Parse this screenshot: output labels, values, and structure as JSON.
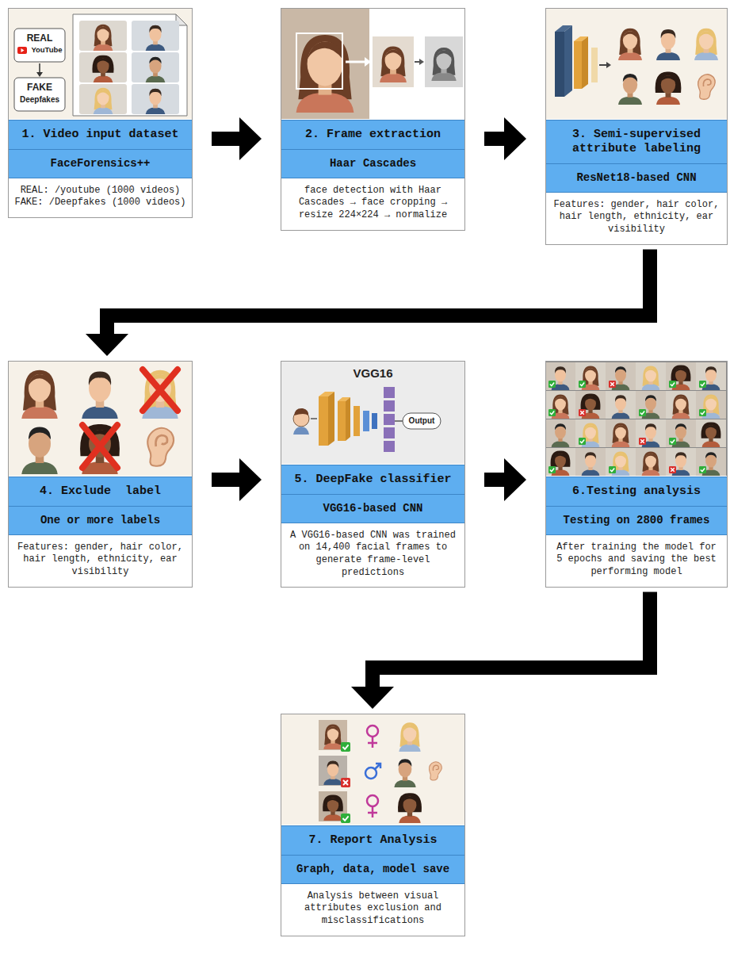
{
  "diagram": {
    "nodes": [
      {
        "text": [
          "1. Video input dataset",
          "FaceForensics++",
          "REAL: /youtube (1000 videos) FAKE: /Deepfakes (1000 videos)"
        ]
      },
      {
        "text": [
          "2. Frame extraction",
          "Haar Cascades",
          "face detection with Haar Cascades → face cropping → resize 224×224 → normalize"
        ]
      },
      {
        "text": [
          "3. Semi-supervised attribute labeling",
          "ResNet18-based CNN",
          "Features: gender, hair color, hair length, ethnicity, ear visibility"
        ]
      },
      {
        "text": [
          "4. Exclude  label",
          "One or more labels",
          "Features: gender, hair color, hair length, ethnicity, ear visibility"
        ]
      },
      {
        "text": [
          "5. DeepFake classifier",
          "VGG16-based CNN",
          "A VGG16-based CNN was trained on 14,400 facial frames to generate frame-level predictions"
        ]
      },
      {
        "text": [
          "6.Testing analysis",
          "Testing on 2800 frames",
          "After training the model for 5 epochs and saving the best performing model"
        ]
      },
      {
        "text": [
          "7. Report Analysis",
          "Graph, data, model save",
          "Analysis between visual attributes exclusion and misclassifications"
        ]
      }
    ],
    "edges": [
      {
        "from": 0,
        "to": 1,
        "arrow": "to"
      },
      {
        "from": 1,
        "to": 2,
        "arrow": "to"
      },
      {
        "from": 2,
        "to": 3,
        "arrow": "to"
      },
      {
        "from": 3,
        "to": 4,
        "arrow": "to"
      },
      {
        "from": 4,
        "to": 5,
        "arrow": "to"
      },
      {
        "from": 5,
        "to": 6,
        "arrow": "to"
      }
    ],
    "labels": [
      "REAL",
      "YouTube",
      "FAKE",
      "Deepfakes",
      "VGG16",
      "Output"
    ]
  }
}
